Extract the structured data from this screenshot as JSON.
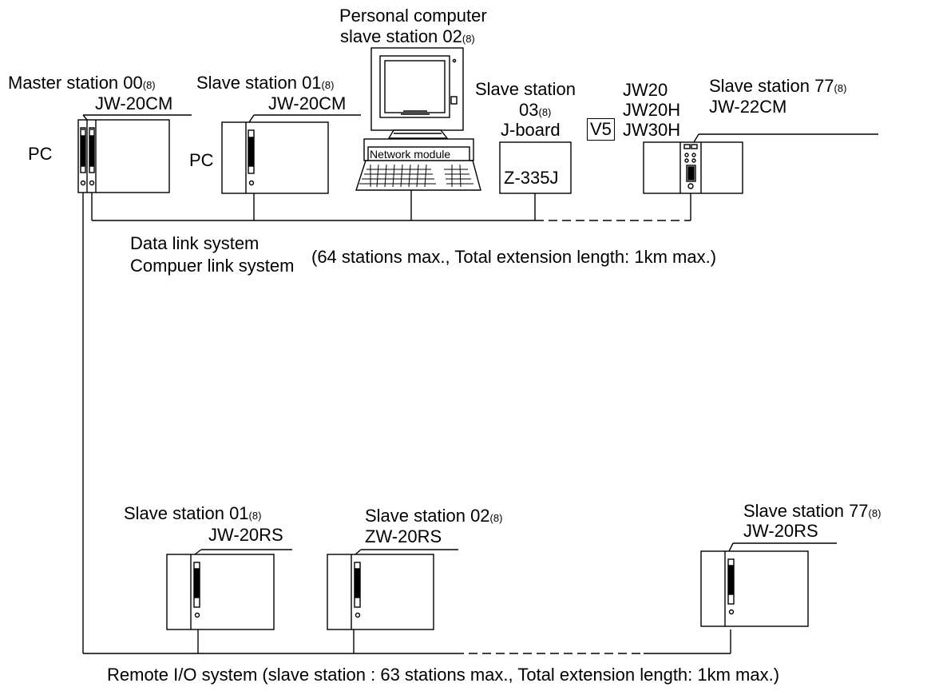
{
  "stations": {
    "master": {
      "name": "Master station 00",
      "sub": "(8)",
      "model": "JW-20CM",
      "type": "PC"
    },
    "slave01": {
      "name": "Slave station 01",
      "sub": "(8)",
      "model": "JW-20CM",
      "type": "PC"
    },
    "pc02": {
      "line1": "Personal computer",
      "line2": "slave station 02",
      "sub": "(8)",
      "module": "Network module"
    },
    "slave03": {
      "line1": "Slave station",
      "line2": "03",
      "sub": "(8)",
      "line3": "J-board",
      "board": "Z-335J"
    },
    "v5": "V5",
    "jw_models": [
      "JW20",
      "JW20H",
      "JW30H"
    ],
    "slave77": {
      "name": "Slave station 77",
      "sub": "(8)",
      "model": "JW-22CM"
    }
  },
  "data_link": {
    "line1": "Data link system",
    "line2": "Compuer link system",
    "note": "(64 stations max., Total extension length: 1km max.)"
  },
  "remote": {
    "rs01": {
      "name": "Slave station 01",
      "sub": "(8)",
      "model": "JW-20RS"
    },
    "rs02": {
      "name": "Slave station 02",
      "sub": "(8)",
      "model": "ZW-20RS"
    },
    "rs77": {
      "name": "Slave station 77",
      "sub": "(8)",
      "model": "JW-20RS"
    },
    "caption": "Remote I/O system (slave station : 63 stations max., Total extension length: 1km max.)"
  }
}
